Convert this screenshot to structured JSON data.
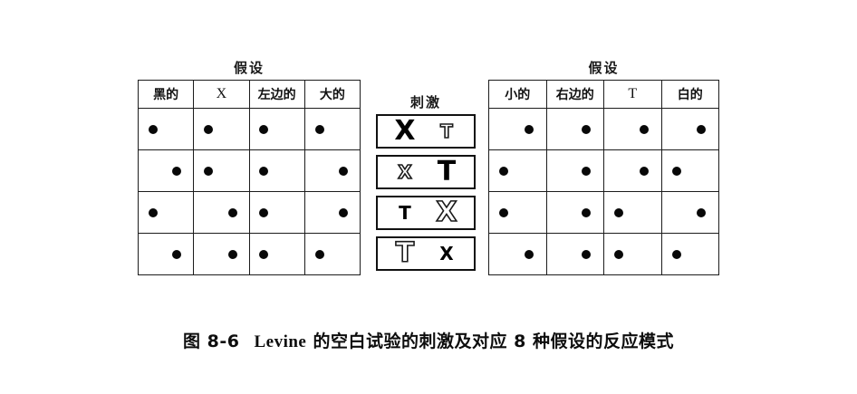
{
  "figure": {
    "caption_label": "图 8-6",
    "caption_name": "Levine",
    "caption_rest": "的空白试验的刺激及对应 8 种假设的反应模式",
    "caption_full": "图 8-6　Levine 的空白试验的刺激及对应 8 种假设的反应模式"
  },
  "left_table": {
    "title": "假设",
    "headers": [
      "黑的",
      "X",
      "左边的",
      "大的"
    ],
    "rows": [
      [
        "left",
        "left",
        "left",
        "left"
      ],
      [
        "right",
        "left",
        "left",
        "right"
      ],
      [
        "left",
        "right",
        "left",
        "right"
      ],
      [
        "right",
        "right",
        "left",
        "left"
      ]
    ]
  },
  "stimulus": {
    "title": "刺激",
    "rows": [
      {
        "left": {
          "char": "X",
          "size": "big",
          "style": "solid"
        },
        "right": {
          "char": "T",
          "size": "small",
          "style": "outline"
        }
      },
      {
        "left": {
          "char": "X",
          "size": "small",
          "style": "outline"
        },
        "right": {
          "char": "T",
          "size": "big",
          "style": "solid"
        }
      },
      {
        "left": {
          "char": "T",
          "size": "small",
          "style": "solid"
        },
        "right": {
          "char": "X",
          "size": "big",
          "style": "outline"
        }
      },
      {
        "left": {
          "char": "T",
          "size": "big",
          "style": "outline"
        },
        "right": {
          "char": "X",
          "size": "small",
          "style": "solid"
        }
      }
    ]
  },
  "right_table": {
    "title": "假设",
    "headers": [
      "小的",
      "右边的",
      "T",
      "白的"
    ],
    "rows": [
      [
        "right",
        "right",
        "right",
        "right"
      ],
      [
        "left",
        "right",
        "right",
        "left"
      ],
      [
        "left",
        "right",
        "left",
        "right"
      ],
      [
        "right",
        "right",
        "left",
        "left"
      ]
    ]
  },
  "colors": {
    "ink": "#0d0d0d",
    "rule": "#1c1c1c",
    "paper": "#ffffff"
  }
}
